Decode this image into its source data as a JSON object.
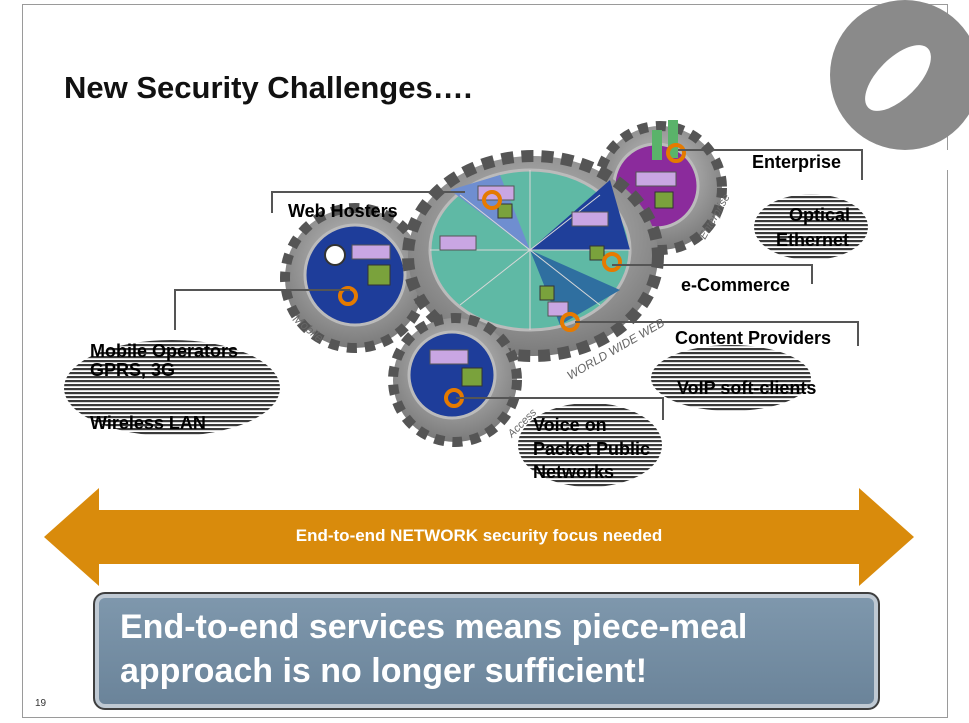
{
  "title": "New Security Challenges….",
  "diagram": {
    "gear_labels": {
      "mobile": "Mobile",
      "enterprise": "Enterprise",
      "world_wide_web": "WORLD WIDE WEB",
      "access": "Access"
    },
    "labels": {
      "web_hosters": "Web Hosters",
      "enterprise": "Enterprise",
      "optical_ethernet_1": "Optical",
      "optical_ethernet_2": "Ethernet",
      "ecommerce": "e-Commerce",
      "content_providers": "Content Providers",
      "voip": "VoIP soft-clients",
      "mobile_ops_1": "Mobile Operators",
      "mobile_ops_2": "GPRS, 3G",
      "wireless_lan": "Wireless LAN",
      "voice_1": "Voice on",
      "voice_2": "Packet Public",
      "voice_3": "Networks"
    }
  },
  "arrow_text": "End-to-end NETWORK security focus needed",
  "callout": {
    "line1": "End-to-end services means piece-meal",
    "line2": "approach is no longer sufficient!"
  },
  "page_number": "19",
  "colors": {
    "arrow": "#d98b0c",
    "callout": "#6f889e",
    "gear": "#8c8c8c",
    "hub_purple": "#8b2b9c",
    "hub_blue": "#1f3f9a",
    "web_green": "#5fb9a5",
    "orange_ring": "#e57a00"
  }
}
